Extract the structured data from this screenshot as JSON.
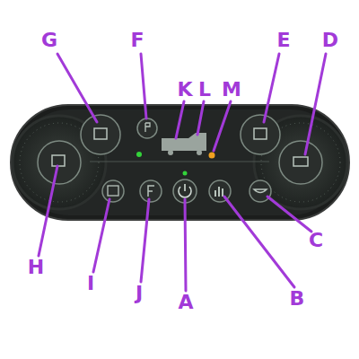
{
  "diagram": {
    "labels": [
      "G",
      "F",
      "K",
      "L",
      "M",
      "E",
      "D",
      "H",
      "I",
      "J",
      "A",
      "B",
      "C"
    ]
  }
}
